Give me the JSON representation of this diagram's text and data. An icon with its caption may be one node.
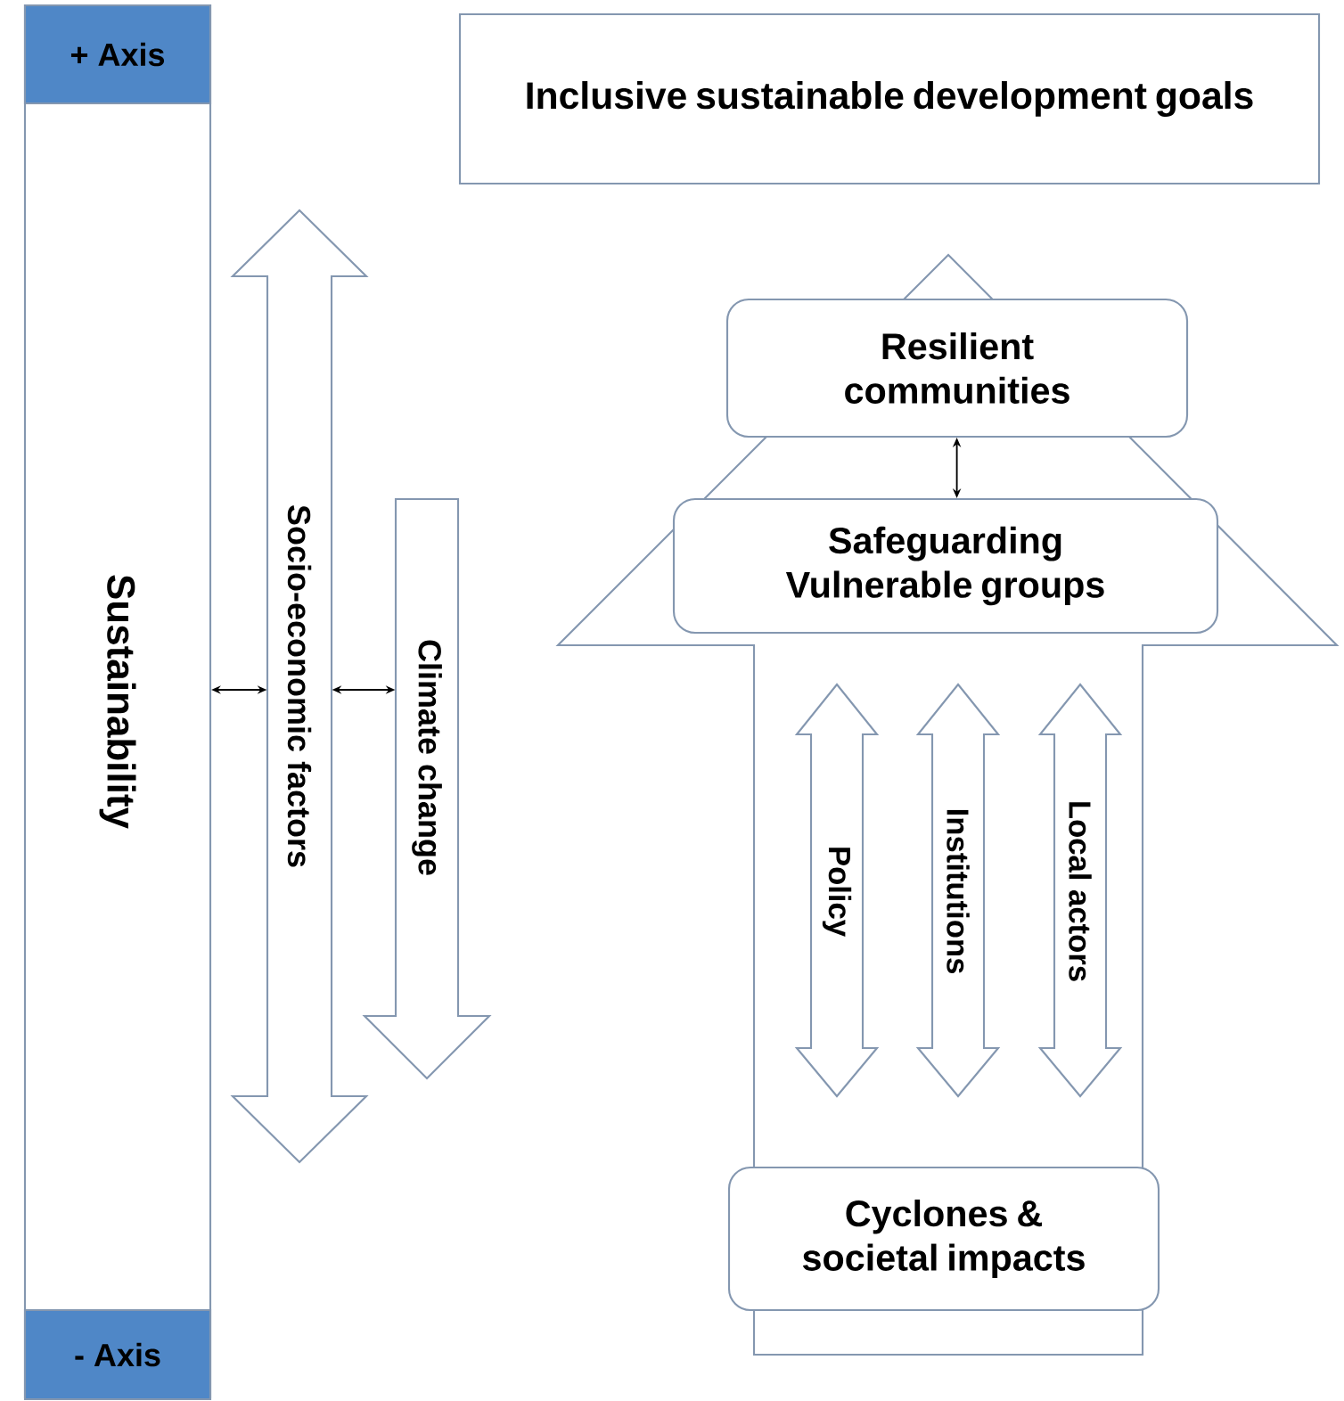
{
  "diagram": {
    "nodes": [
      {
        "text": [
          "Sustainability"
        ]
      },
      {
        "text": [
          "+ Axis"
        ],
        "in": 0
      },
      {
        "text": [
          "- Axis"
        ],
        "in": 0
      },
      {
        "text": [
          "Socio-economic factors"
        ]
      },
      {
        "text": [
          "Climate change"
        ]
      },
      {
        "text": [
          "Inclusive sustainable development goals"
        ]
      },
      {
        "text": [],
        "shape": "arrow"
      },
      {
        "text": [
          "Resilient communities"
        ],
        "in": 6
      },
      {
        "text": [
          "Safeguarding Vulnerable groups"
        ],
        "in": 6
      },
      {
        "text": [
          "Policy"
        ],
        "in": 6
      },
      {
        "text": [
          "Institutions"
        ],
        "in": 6
      },
      {
        "text": [
          "Local actors"
        ],
        "in": 6
      },
      {
        "text": [
          "Cyclones & societal impacts"
        ],
        "in": 6
      }
    ],
    "edges": [
      {
        "from": 0,
        "to": 3,
        "arrow": "both"
      },
      {
        "from": 3,
        "to": 4,
        "arrow": "both"
      },
      {
        "from": 7,
        "to": 8,
        "arrow": "both"
      }
    ]
  }
}
